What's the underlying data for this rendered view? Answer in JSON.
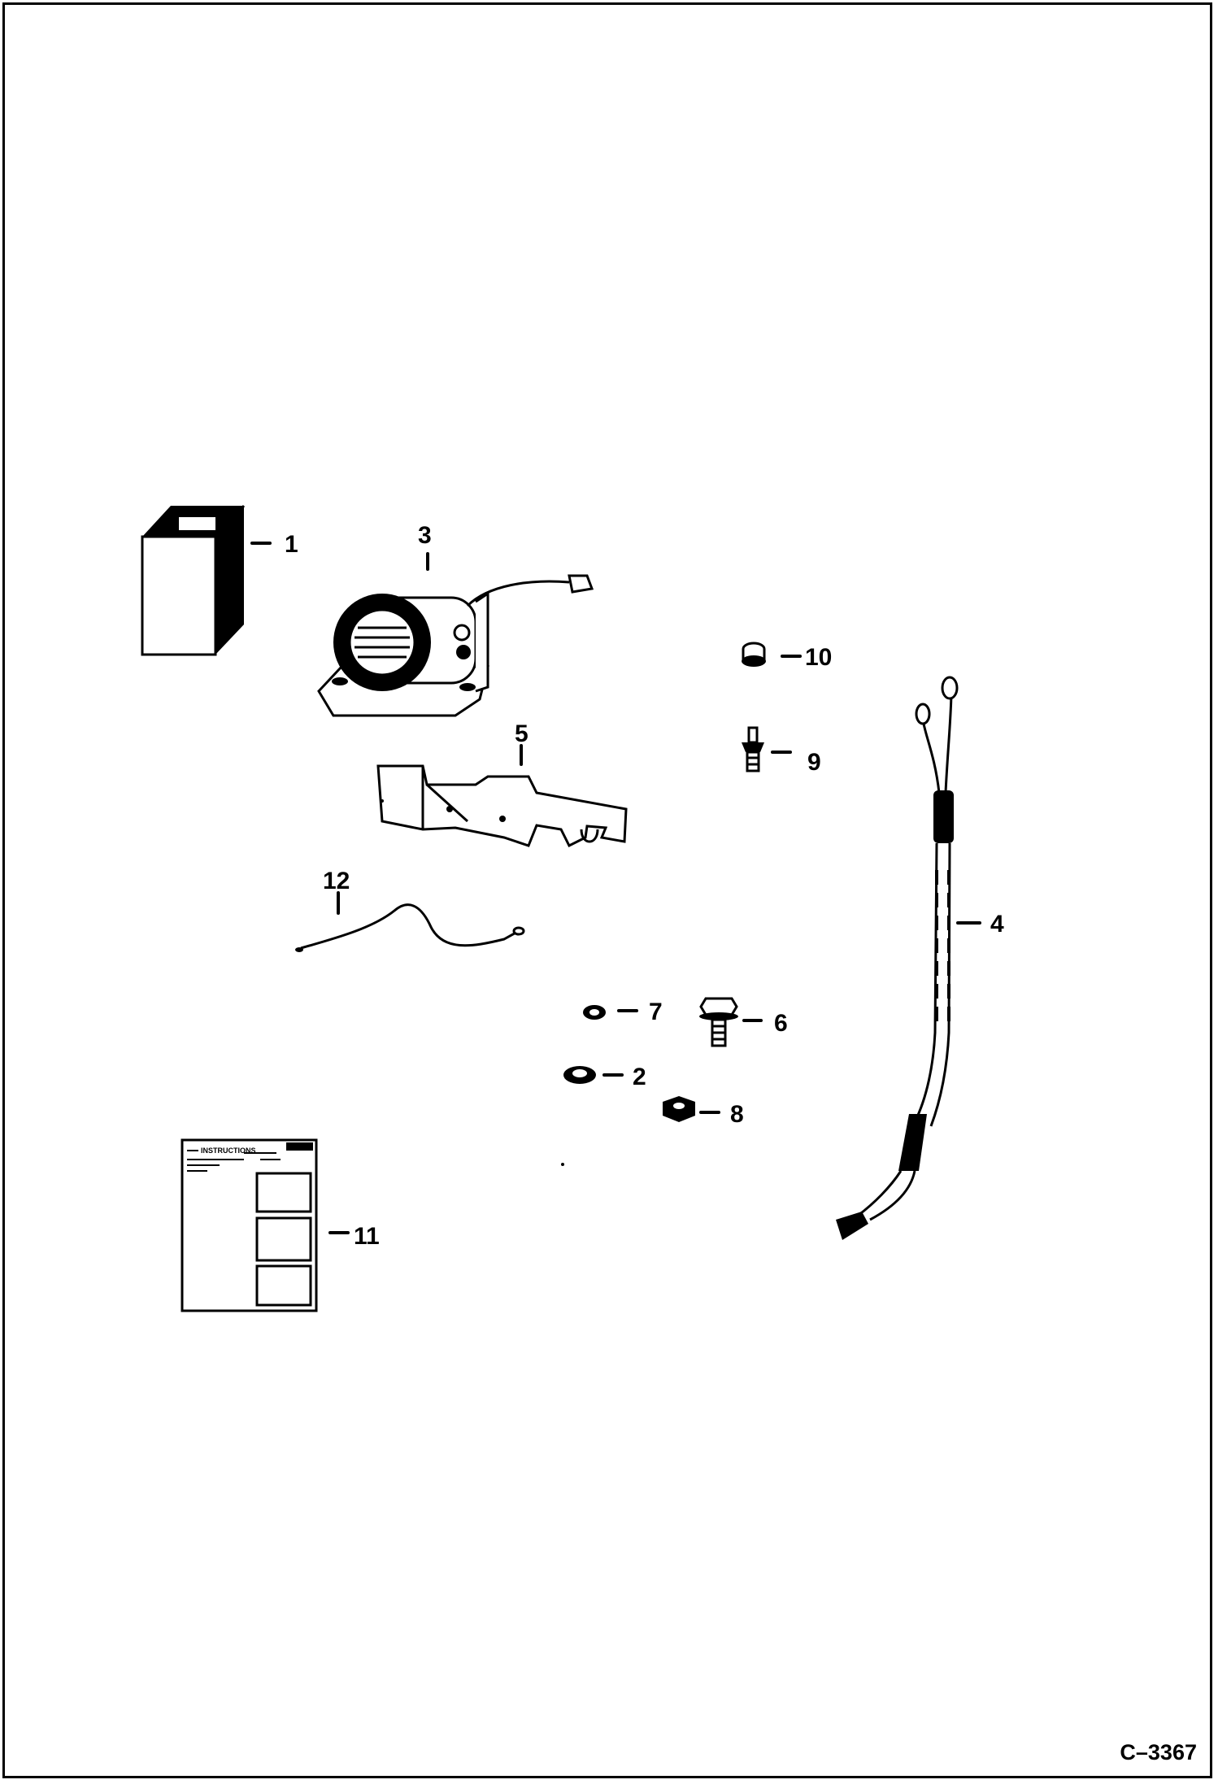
{
  "figure_id": "C–3367",
  "callouts": [
    "1",
    "2",
    "3",
    "4",
    "5",
    "6",
    "7",
    "8",
    "9",
    "10",
    "11",
    "12"
  ],
  "instruction_sheet": {
    "heading": "INSTRUCTIONS"
  }
}
